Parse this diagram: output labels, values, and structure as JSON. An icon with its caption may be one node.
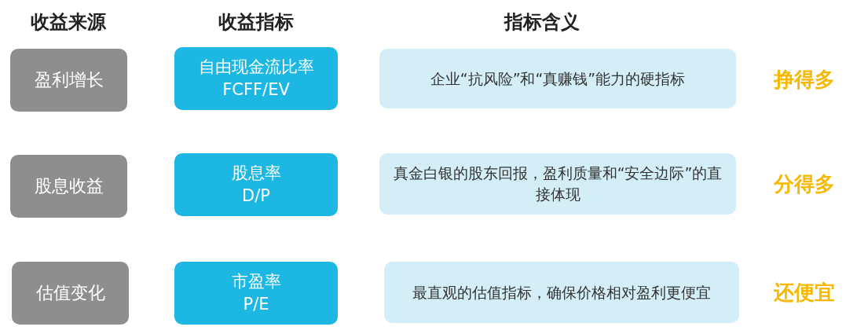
{
  "diagram": {
    "nodes": [
      {
        "text": [
          "盈利增长"
        ]
      },
      {
        "text": [
          "自由现金流比率",
          "FCFF/EV"
        ]
      },
      {
        "text": [
          "企业“抗风险”和“真赚钱”能力的硬指标"
        ]
      },
      {
        "text": [
          "股息收益"
        ]
      },
      {
        "text": [
          "股息率",
          "D/P"
        ]
      },
      {
        "text": [
          "真金白银的股东回报，盈利质量和“安全边际”的直接体现"
        ]
      },
      {
        "text": [
          "估值变化"
        ]
      },
      {
        "text": [
          "市盈率",
          "P/E"
        ]
      },
      {
        "text": [
          "最直观的估值指标，确保价格相对盈利更便宜"
        ]
      }
    ],
    "labels": [
      "收益来源",
      "收益指标",
      "指标含义",
      "挣得多",
      "分得多",
      "还便宜"
    ]
  }
}
